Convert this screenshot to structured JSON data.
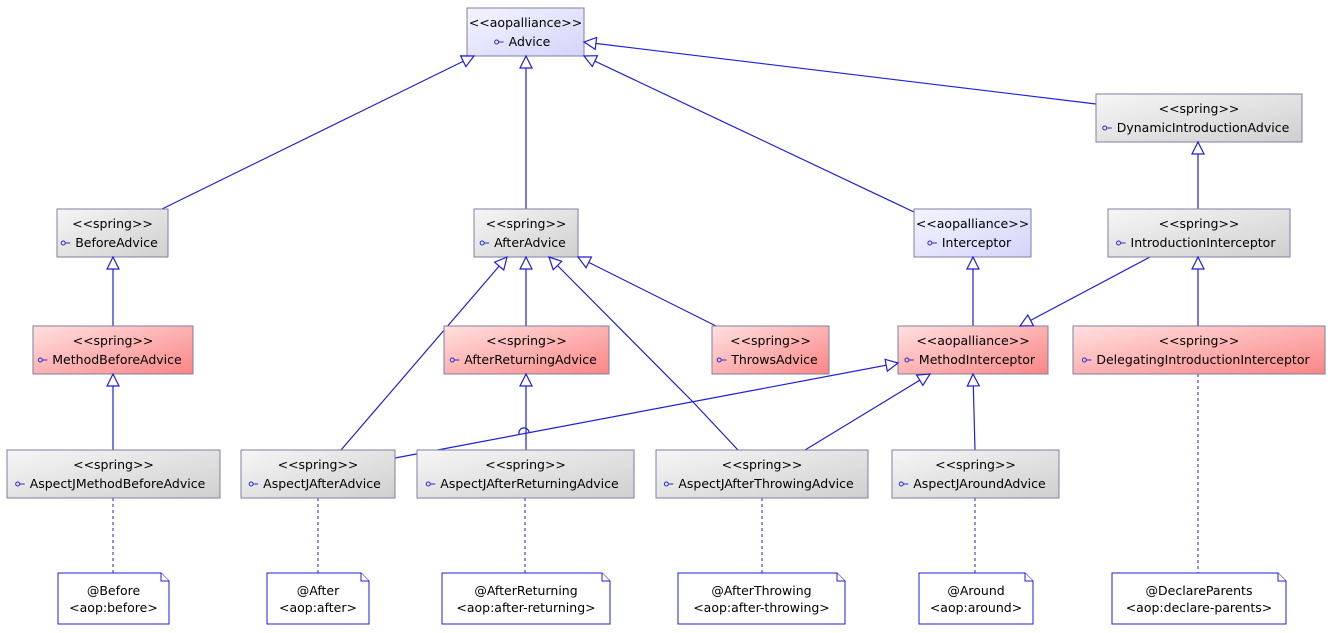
{
  "colors": {
    "edge": "#1f1fd6",
    "aopalliance_fill": "#e4e4ff",
    "spring_fill": "#e2e2e2",
    "highlight_fill": "#ffa8a8"
  },
  "nodes": {
    "advice": {
      "stereotype": "<<aopalliance>>",
      "name": "Advice",
      "style": "blue"
    },
    "dynamicIntroduction": {
      "stereotype": "<<spring>>",
      "name": "DynamicIntroductionAdvice",
      "style": "grey"
    },
    "beforeAdvice": {
      "stereotype": "<<spring>>",
      "name": "BeforeAdvice",
      "style": "grey"
    },
    "afterAdvice": {
      "stereotype": "<<spring>>",
      "name": "AfterAdvice",
      "style": "grey"
    },
    "interceptor": {
      "stereotype": "<<aopalliance>>",
      "name": "Interceptor",
      "style": "blue"
    },
    "introductionInterceptor": {
      "stereotype": "<<spring>>",
      "name": "IntroductionInterceptor",
      "style": "grey"
    },
    "methodBeforeAdvice": {
      "stereotype": "<<spring>>",
      "name": "MethodBeforeAdvice",
      "style": "red"
    },
    "afterReturningAdvice": {
      "stereotype": "<<spring>>",
      "name": "AfterReturningAdvice",
      "style": "red"
    },
    "throwsAdvice": {
      "stereotype": "<<spring>>",
      "name": "ThrowsAdvice",
      "style": "red"
    },
    "methodInterceptor": {
      "stereotype": "<<aopalliance>>",
      "name": "MethodInterceptor",
      "style": "red"
    },
    "delegatingIntroduction": {
      "stereotype": "<<spring>>",
      "name": "DelegatingIntroductionInterceptor",
      "style": "red"
    },
    "aspectJMethodBefore": {
      "stereotype": "<<spring>>",
      "name": "AspectJMethodBeforeAdvice",
      "style": "grey"
    },
    "aspectJAfter": {
      "stereotype": "<<spring>>",
      "name": "AspectJAfterAdvice",
      "style": "grey"
    },
    "aspectJAfterReturning": {
      "stereotype": "<<spring>>",
      "name": "AspectJAfterReturningAdvice",
      "style": "grey"
    },
    "aspectJAfterThrowing": {
      "stereotype": "<<spring>>",
      "name": "AspectJAfterThrowingAdvice",
      "style": "grey"
    },
    "aspectJAround": {
      "stereotype": "<<spring>>",
      "name": "AspectJAroundAdvice",
      "style": "grey"
    }
  },
  "notes": {
    "before": {
      "line1": "@Before",
      "line2": "<aop:before>"
    },
    "after": {
      "line1": "@After",
      "line2": "<aop:after>"
    },
    "afterReturning": {
      "line1": "@AfterReturning",
      "line2": "<aop:after-returning>"
    },
    "afterThrowing": {
      "line1": "@AfterThrowing",
      "line2": "<aop:after-throwing>"
    },
    "around": {
      "line1": "@Around",
      "line2": "<aop:around>"
    },
    "declareParents": {
      "line1": "@DeclareParents",
      "line2": "<aop:declare-parents>"
    }
  }
}
